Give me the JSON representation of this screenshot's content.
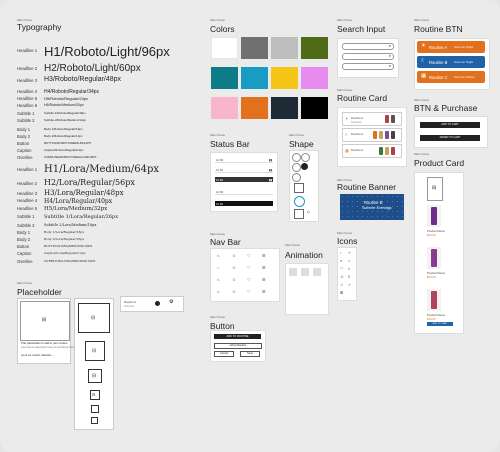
{
  "colors_accent": {
    "bg": "#ebebeb",
    "orange": "#e2711d",
    "blue": "#1f62a8",
    "navy": "#1d4e89"
  },
  "tag": "Main frame",
  "typography": {
    "title": "Typography",
    "roboto": [
      {
        "label": "Headline 1",
        "sample": "H1/Roboto/Light/96px"
      },
      {
        "label": "Headline 2",
        "sample": "H2/Roboto/Light/60px"
      },
      {
        "label": "Headline 3",
        "sample": "H3/Roboto/Regular/48px"
      },
      {
        "label": "Headline 4",
        "sample": "H4/Roboto/Regular/34px"
      },
      {
        "label": "Headline 5",
        "sample": "H5/Roboto/Regular/24px"
      },
      {
        "label": "Headline 6",
        "sample": "H6/Roboto/Medium/20px"
      },
      {
        "label": "Subtitle 1",
        "sample": "Subtitle 1/Roboto/Regular/16px"
      },
      {
        "label": "Subtitle 2",
        "sample": "Subtitle 2/Roboto/Medium/14px"
      },
      {
        "label": "Body 1",
        "sample": "Body 1/Roboto/Regular/16px"
      },
      {
        "label": "Body 2",
        "sample": "Body 2/Roboto/Regular/14px"
      },
      {
        "label": "Button",
        "sample": "BUTTON/ROBOTO/MEDIUM/14PX"
      },
      {
        "label": "Caption",
        "sample": "Caption/Roboto/Regular/12px"
      },
      {
        "label": "Overline",
        "sample": "OVERLINE/ROBOTO/REGULAR/10PX"
      }
    ],
    "lora": [
      {
        "label": "Headline 1",
        "sample": "H1/Lora/Medium/64px"
      },
      {
        "label": "Headline 2",
        "sample": "H2/Lora/Regular/56px"
      },
      {
        "label": "Headline 3",
        "sample": "H3/Lora/Regular/48px"
      },
      {
        "label": "Headline 4",
        "sample": "H4/Lora/Regular/40px"
      },
      {
        "label": "Headline 5",
        "sample": "H5/Lora/Medium/32px"
      },
      {
        "label": "Subtitle 1",
        "sample": "Subtitle 1/Lora/Regular/26px"
      },
      {
        "label": "Subtitle 2",
        "sample": "Subtitle 2/Lora/Medium/18px"
      },
      {
        "label": "Body 1",
        "sample": "Body 1/Lora/Regular/18px"
      },
      {
        "label": "Body 2",
        "sample": "Body 2/Lora/Regular/16px"
      },
      {
        "label": "Button",
        "sample": "BUTTON/LORA/MEDIUM/16PX"
      },
      {
        "label": "Caption",
        "sample": "Caption/Lora/Regular/12px"
      },
      {
        "label": "Overline",
        "sample": "OVERLINE/LORA/MEDIUM/10PX"
      }
    ]
  },
  "colors": {
    "title": "Colors",
    "swatches": [
      "#ffffff",
      "#707070",
      "#bdbdbd",
      "#4f6b16",
      "#0e7c86",
      "#1a9bc4",
      "#f5c518",
      "#e88cf0",
      "#f7b6cc",
      "#e2711d",
      "#1e2a36",
      "#000000"
    ]
  },
  "search": {
    "title": "Search Input"
  },
  "routine_btn": {
    "title": "Routine BTN",
    "items": [
      {
        "label": "Routine A",
        "sub": "Summer Night",
        "color": "#e2711d"
      },
      {
        "label": "Routine B",
        "sub": "Summer Night",
        "color": "#1f62a8"
      },
      {
        "label": "Routine C",
        "sub": "Summer Winter",
        "color": "#e2711d"
      }
    ]
  },
  "routine_card": {
    "title": "Routine Card",
    "card_title": "Routine A",
    "card_sub": "Summer"
  },
  "btn_purchase": {
    "title": "BTN & Purchase",
    "add": "ADD TO CART",
    "added": "ADDED TO CART"
  },
  "status_bar": {
    "title": "Status Bar",
    "time": "12:00"
  },
  "shape": {
    "title": "Shape"
  },
  "routine_banner": {
    "title": "Routine Banner",
    "line1": "Routine B",
    "line2": "Summer Evenings"
  },
  "product_card": {
    "title": "Product Card",
    "name": "Product Name",
    "price": "$34.00",
    "cta": "ADD TO CART"
  },
  "nav_bar": {
    "title": "Nav Bar"
  },
  "animation": {
    "title": "Animation"
  },
  "icons": {
    "title": "Icons"
  },
  "placeholder": {
    "title": "Placeholder",
    "text": "Title placeholder to add to your content",
    "body": "Lorem ipsum placeholder body text describing content",
    "link": "Go to our custom collection →",
    "routine_label": "Routine A",
    "routine_sub": "Summer"
  },
  "button": {
    "title": "Button",
    "primary": "ADD TO ROUTINE",
    "secondary": "Add a Routine",
    "cancel": "Cancel",
    "save": "Save"
  }
}
